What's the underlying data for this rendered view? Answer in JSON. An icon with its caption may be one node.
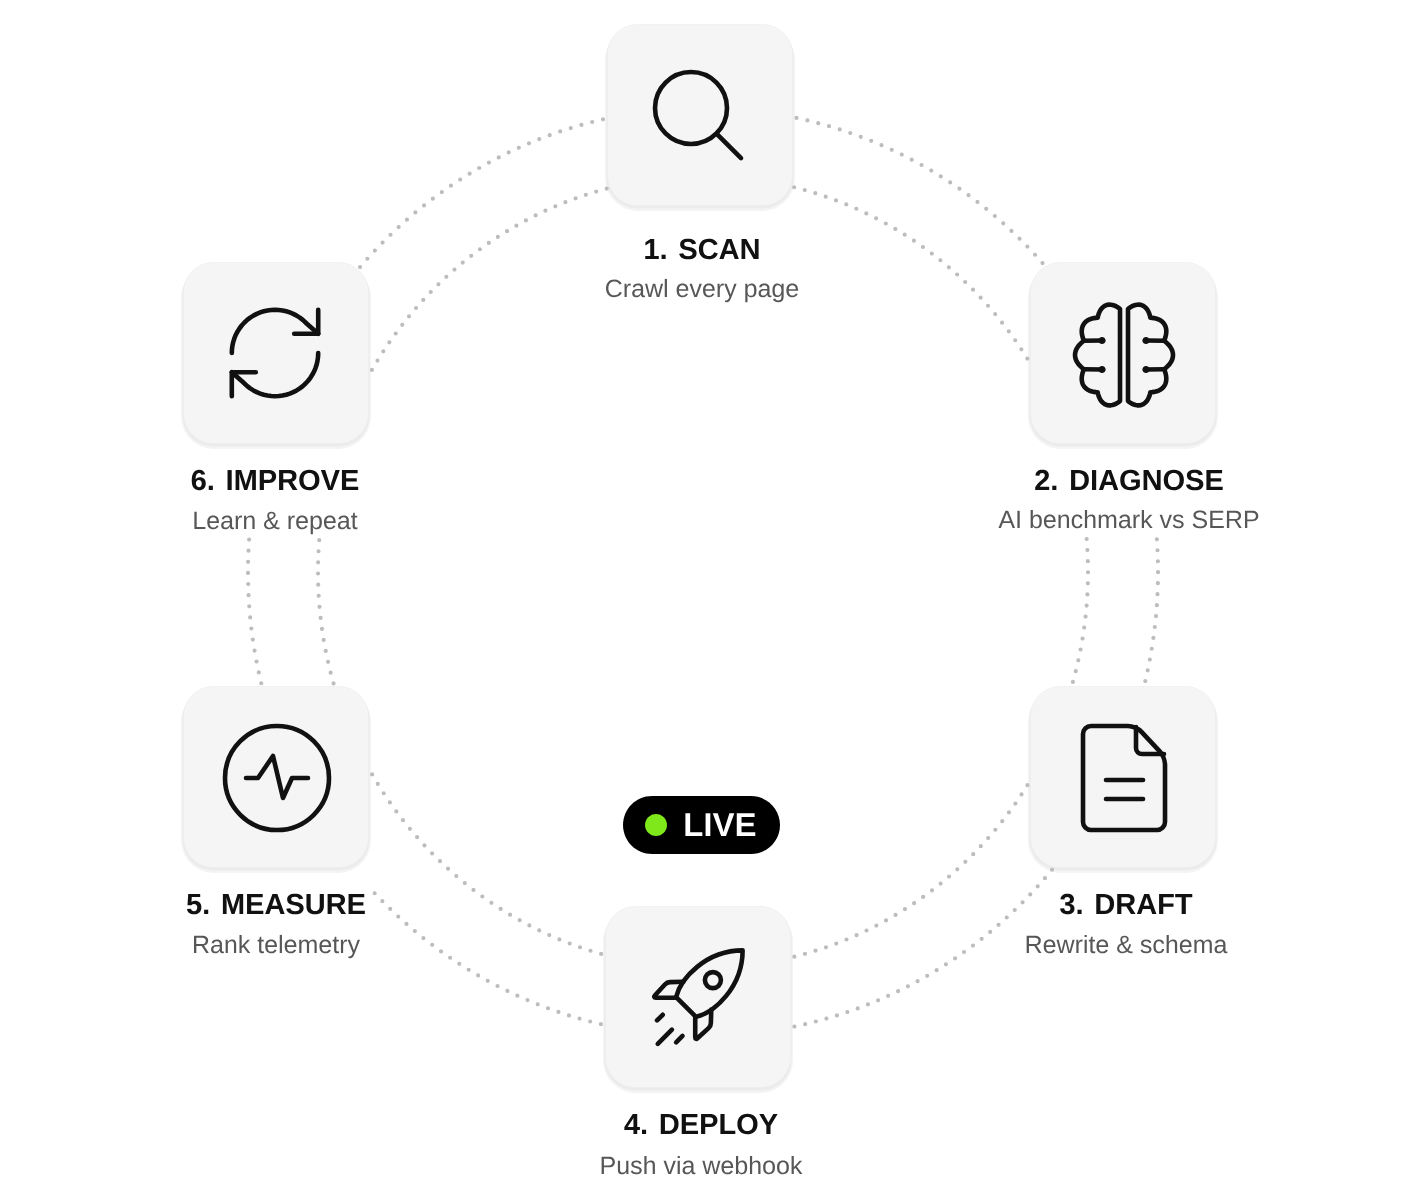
{
  "diagram": {
    "nodes": [
      {
        "text": [
          "1. SCAN",
          "Crawl every page"
        ]
      },
      {
        "text": [
          "2. DIAGNOSE",
          "AI benchmark vs SERP"
        ]
      },
      {
        "text": [
          "3. DRAFT",
          "Rewrite & schema"
        ]
      },
      {
        "text": [
          "4. DEPLOY",
          "Push via webhook"
        ]
      },
      {
        "text": [
          "5. MEASURE",
          "Rank telemetry"
        ]
      },
      {
        "text": [
          "6. IMPROVE",
          "Learn & repeat"
        ]
      },
      {
        "text": [
          "LIVE"
        ]
      }
    ],
    "edges": [
      {
        "from": 0,
        "to": 1,
        "arrow": "none",
        "style": "dashed"
      },
      {
        "from": 0,
        "to": 1,
        "arrow": "none",
        "style": "dashed"
      },
      {
        "from": 1,
        "to": 2,
        "arrow": "none",
        "style": "dashed"
      },
      {
        "from": 1,
        "to": 2,
        "arrow": "none",
        "style": "dashed"
      },
      {
        "from": 2,
        "to": 3,
        "arrow": "none",
        "style": "dashed"
      },
      {
        "from": 2,
        "to": 3,
        "arrow": "none",
        "style": "dashed"
      },
      {
        "from": 3,
        "to": 4,
        "arrow": "none",
        "style": "dashed"
      },
      {
        "from": 3,
        "to": 4,
        "arrow": "none",
        "style": "dashed"
      },
      {
        "from": 4,
        "to": 5,
        "arrow": "none",
        "style": "dashed"
      },
      {
        "from": 4,
        "to": 5,
        "arrow": "none",
        "style": "dashed"
      },
      {
        "from": 5,
        "to": 0,
        "arrow": "none",
        "style": "dashed"
      },
      {
        "from": 5,
        "to": 0,
        "arrow": "none",
        "style": "dashed"
      }
    ]
  }
}
